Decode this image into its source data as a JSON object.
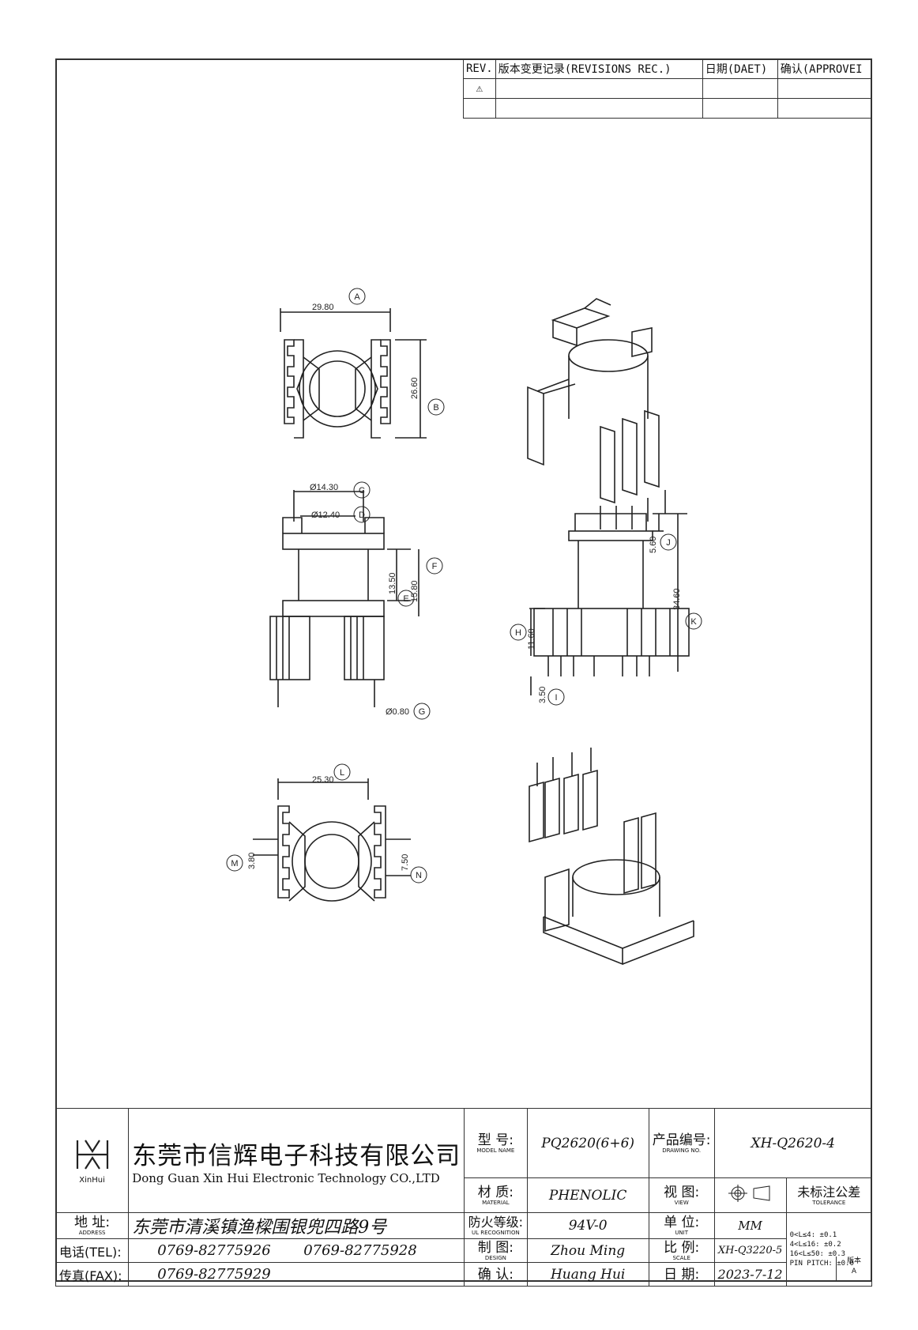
{
  "revisions": {
    "headers": [
      "REV.",
      "版本变更记录(REVISIONS REC.)",
      "日期(DAET)",
      "确认(APPROVEI"
    ],
    "rows": [
      [
        "",
        "",
        "",
        ""
      ],
      [
        "",
        "",
        "",
        ""
      ]
    ]
  },
  "dims": {
    "A": "A",
    "B": "B",
    "C": "C",
    "D": "D",
    "E": "E",
    "F": "F",
    "G": "G",
    "H": "H",
    "I": "I",
    "J": "J",
    "K": "K",
    "L": "L",
    "M": "M",
    "N": "N",
    "a_val": "29.80",
    "b_val": "26.60",
    "c_val": "Ø14.30",
    "d_val": "Ø12.40",
    "e_val": "13.50",
    "f_val": "15.80",
    "g_val": "Ø0.80",
    "h_val": "11.60",
    "i_val": "3.50",
    "j_val": "5.60",
    "k_val": "34.60",
    "l_val": "25.30",
    "m_val": "3.80",
    "n_val": "7.50"
  },
  "title_block": {
    "logo_text": "XinHui",
    "company_cn": "东莞市信辉电子科技有限公司",
    "company_en": "Dong Guan Xin Hui Electronic Technology CO.,LTD",
    "model_label": "型 号:",
    "model_label_en": "MODEL NAME",
    "model": "PQ2620(6+6)",
    "product_no_label": "产品编号:",
    "product_no_label_en": "DRAWING NO.",
    "product_no": "XH-Q2620-4",
    "material_label": "材 质:",
    "material_label_en": "MATERIAL",
    "material": "PHENOLIC",
    "view_label": "视 图:",
    "view_label_en": "VIEW",
    "tolerance_label": "未标注公差",
    "tolerance_label_en": "TOLERANCE",
    "address_label": "地 址:",
    "address_label_en": "ADDRESS",
    "address": "东莞市清溪镇渔樑围银兜四路9号",
    "fire_label": "防火等级:",
    "fire_label_en": "UL RECOGNITION",
    "fire": "94V-0",
    "unit_label": "单 位:",
    "unit_label_en": "UNIT",
    "unit": "MM",
    "tel_label": "电话(TEL):",
    "tel1": "0769-82775926",
    "tel2": "0769-82775928",
    "design_label": "制 图:",
    "design_label_en": "DESIGN",
    "designer": "Zhou Ming",
    "scale_label": "比 例:",
    "scale_label_en": "SCALE",
    "scale": "XH-Q3220-5",
    "fax_label": "传真(FAX):",
    "fax": "0769-82775929",
    "confirm_label": "确 认:",
    "confirmer": "Huang Hui",
    "date_label": "日 期:",
    "date": "2023-7-12",
    "version_label": "版本",
    "version": "A",
    "tol": [
      "0<L≤4: ±0.1",
      "4<L≤16: ±0.2",
      "16<L≤50: ±0.3",
      "PIN PITCH: ±0.0"
    ]
  }
}
